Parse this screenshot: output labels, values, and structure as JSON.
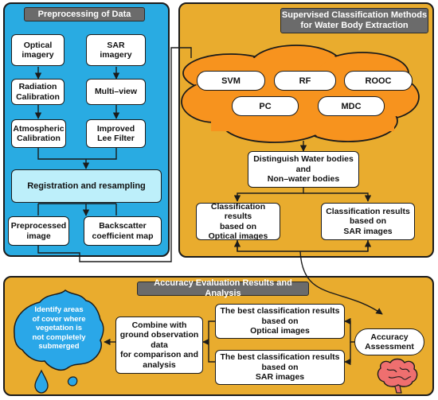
{
  "colors": {
    "preprocessing_panel": "#29abe2",
    "classification_panel": "#e9ac2e",
    "accuracy_panel": "#e9ac2e",
    "cloud_fill": "#f7931e",
    "registration_box": "#bdeffa",
    "australia_map": "#2aa7e8",
    "brain": "#ef6f6f",
    "title_bg": "#6b6b6b"
  },
  "preprocessing": {
    "title": "Preprocessing of Data",
    "optical_imagery": "Optical\nimagery",
    "sar_imagery": "SAR\nimagery",
    "radiation_calibration": "Radiation\nCalibration",
    "multi_view": "Multi–view",
    "atmospheric_calibration": "Atmospheric\nCalibration",
    "improved_lee_filter": "Improved\nLee Filter",
    "registration": "Registration and resampling",
    "preprocessed_image": "Preprocessed\nimage",
    "backscatter_map": "Backscatter\ncoefficient map"
  },
  "classification": {
    "title": "Supervised Classification Methods\nfor Water Body Extraction",
    "methods": [
      "SVM",
      "RF",
      "ROOC",
      "PC",
      "MDC"
    ],
    "distinguish": "Distinguish Water bodies\nand\nNon–water bodies",
    "optical_results": "Classification results\nbased on\nOptical images",
    "sar_results": "Classification results\nbased on\nSAR images"
  },
  "accuracy": {
    "title": "Accuracy Evaluation Results and Analysis",
    "best_optical": "The best classification results\nbased on\nOptical images",
    "best_sar": "The best classification results\nbased on\nSAR images",
    "combine": "Combine with\nground observation\ndata\nfor comparison and\nanalysis",
    "assessment": "Accuracy\nAssessment",
    "identify_areas": "Identify areas\nof cover where\nvegetation is\nnot completely\nsubmerged"
  },
  "icons": [
    "australia-map-icon",
    "water-drop-icon",
    "brain-icon"
  ]
}
